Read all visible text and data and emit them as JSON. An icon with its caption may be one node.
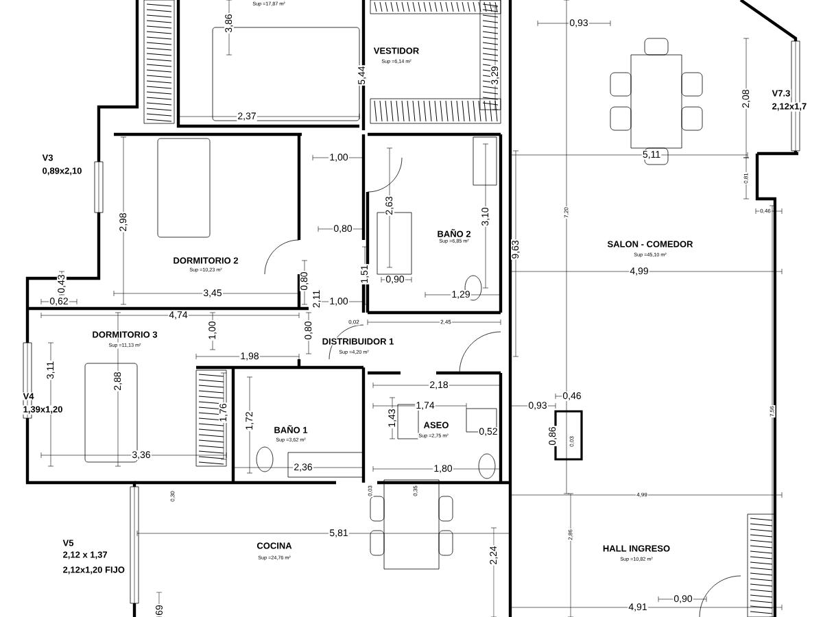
{
  "diagram": {
    "labels": [
      "3,86",
      "Sup =17,87 m²",
      "VESTIDOR",
      "Sup =6,14 m²",
      "0,93",
      "5,44",
      "3,29",
      "2,37",
      "2,08",
      "V7.3",
      "2,12x1,7",
      "5,11",
      "V3",
      "0,89x2,10",
      "1,00",
      "0,81",
      "7,20",
      "0,46",
      "2,63",
      "3,10",
      "9,63",
      "0,80",
      "BAÑO 2",
      "Sup =6,85 m²",
      "SALON - COMEDOR",
      "Sup =45,10 m²",
      "4,99",
      "2,98",
      "DORMITORIO 2",
      "Sup =10,23 m²",
      "1,51",
      "0,90",
      "0,80",
      "2,11",
      "0,62",
      "0,43",
      "3,45",
      "1,29",
      "1,00",
      "0,02",
      "2,45",
      "4,74",
      "1,00",
      "DORMITORIO 3",
      "Sup =11,13 m²",
      "0,80",
      "DISTRIBUIDOR 1",
      "Sup =4,20 m²",
      "1,98",
      "3,11",
      "2,88",
      "2,18",
      "V4",
      "1,39x1,20",
      "1,74",
      "0,93",
      "0,46",
      "1,76",
      "1,43",
      "1,72",
      "ASEO",
      "Sup =2,75 m²",
      "0,52",
      "BAÑO 1",
      "Sup =3,62 m²",
      "0,86",
      "0,03",
      "7,56",
      "3,36",
      "2,36",
      "1,80",
      "0,30",
      "0,03",
      "0,35",
      "4,99",
      "5,81",
      "COCINA",
      "Sup =24,76 m²",
      "V5",
      "2,12 x 1,37",
      "2,12x1,20 FIJO",
      "2,24",
      "2,86",
      "HALL INGRESO",
      "Sup =10,82 m²",
      "0,90",
      "4,91",
      "69"
    ]
  }
}
